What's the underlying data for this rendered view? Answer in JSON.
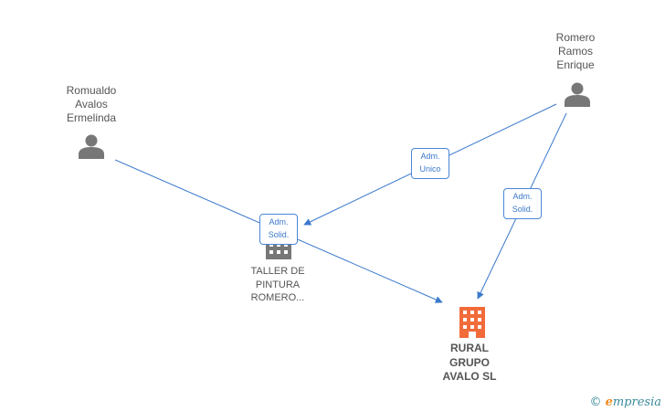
{
  "nodes": {
    "romualdo": {
      "label": "Romualdo\nAvalos\nErmelinda",
      "type": "person"
    },
    "romero": {
      "label": "Romero\nRamos\nEnrique",
      "type": "person"
    },
    "taller": {
      "label": "TALLER DE\nPINTURA\nROMERO...",
      "type": "company"
    },
    "rural": {
      "label": "RURAL\nGRUPO\nAVALO  SL",
      "type": "company-main"
    }
  },
  "edges": [
    {
      "from": "romualdo",
      "to": "rural",
      "label": "Adm.\nSolid."
    },
    {
      "from": "romero",
      "to": "taller",
      "label": "Adm.\nUnico"
    },
    {
      "from": "romero",
      "to": "rural",
      "label": "Adm.\nSolid."
    }
  ],
  "colors": {
    "edge": "#3b79cc",
    "person_icon": "#777777",
    "company_icon": "#777777",
    "main_company_icon": "#f26b3a"
  },
  "watermark": {
    "copyright": "©",
    "brand_first": "e",
    "brand_rest": "mpresia"
  }
}
